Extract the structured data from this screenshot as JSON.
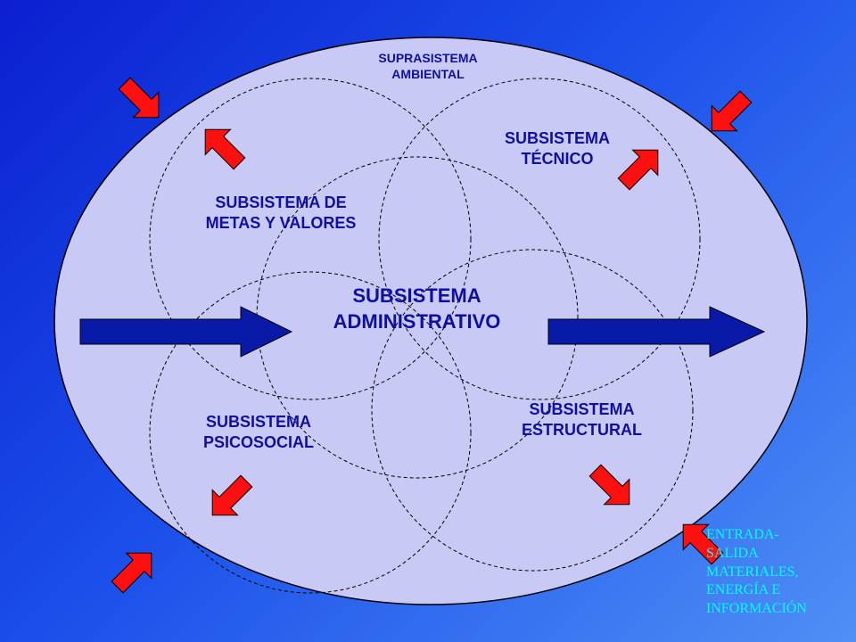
{
  "diagram": {
    "supra": "SUPRASISTEMA\nAMBIENTAL",
    "tecnico": "SUBSISTEMA\nTÉCNICO",
    "metas": "SUBSISTEMA DE\nMETAS Y VALORES",
    "administrativo": "SUBSISTEMA\nADMINISTRATIVO",
    "psicosocial": "SUBSISTEMA\nPSICOSOCIAL",
    "estructural": "SUBSISTEMA\nESTRUCTURAL",
    "legend": "ENTRADA-\nSALIDA\nMATERIALES,\nENERGÍA E\nINFORMACIÓN"
  },
  "colors": {
    "ellipse_fill": "#c9c9f5",
    "arrow_red": "#ff1010",
    "arrow_blue": "#0a1aa8",
    "legend_text": "#00ffff"
  }
}
